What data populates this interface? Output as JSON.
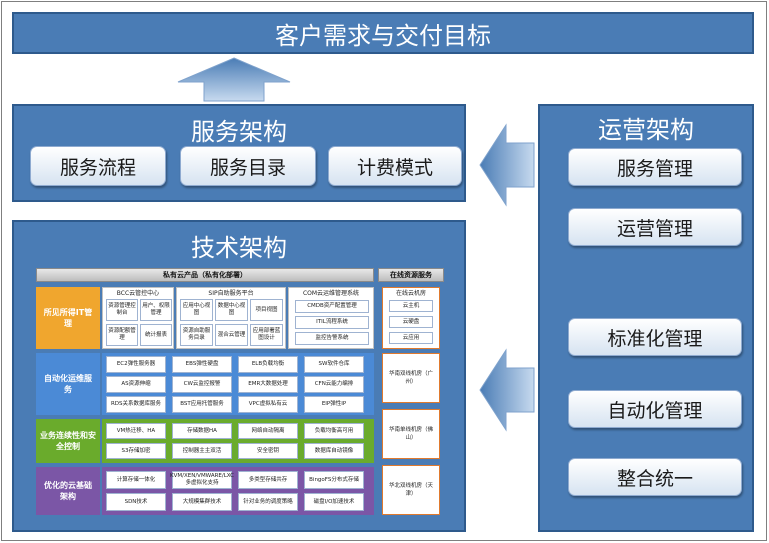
{
  "top": {
    "title": "客户需求与交付目标"
  },
  "service": {
    "title": "服务架构",
    "items": [
      "服务流程",
      "服务目录",
      "计费模式"
    ]
  },
  "ops": {
    "title": "运营架构",
    "items": [
      "服务管理",
      "运营管理",
      "标准化管理",
      "自动化管理",
      "整合统一"
    ]
  },
  "tech": {
    "title": "技术架构",
    "header_main": "私有云产品（私有化部署）",
    "header_side": "在线资源服务",
    "row1": {
      "label": "所见所得IT管理",
      "group_a": {
        "title": "BCC云管控中心",
        "cells": [
          "资源管理控制台",
          "用户、权限管理",
          "资源配额管理",
          "统计报表"
        ]
      },
      "group_b": {
        "title": "SIP自助服务平台",
        "cells": [
          "应用中心视图",
          "数据中心视图",
          "项目视图",
          "资源自助服务目录",
          "混合云管理",
          "应用部署蓝图设计"
        ]
      },
      "group_c": {
        "title": "COM云运维管理系统",
        "cells": [
          "CMDB资产配置管理",
          "ITIL流程系统",
          "监控告警系统"
        ]
      }
    },
    "online": {
      "title": "在线云机房",
      "cells": [
        "云主机",
        "云硬盘",
        "云应用"
      ]
    },
    "row2": {
      "label": "自动化运维服务",
      "cells": [
        "EC2弹性服务器",
        "EBS弹性硬盘",
        "ELB负载均衡",
        "SW软件仓库",
        "AS资源伸缩",
        "CW云监控报警",
        "EMR大数据处理",
        "CFN云能力编排",
        "RDS关系数据库服务",
        "BST应用托管服务",
        "VPC虚拟私有云",
        "EIP弹性IP"
      ]
    },
    "row3": {
      "label": "业务连续性和安全控制",
      "cells": [
        "VM热迁移、HA",
        "存储数据HA",
        "网络自动隔离",
        "负载均衡高可用",
        "S3存储加密",
        "控制器主主双活",
        "安全密钥",
        "数据库自动镜像"
      ]
    },
    "row4": {
      "label": "优化的云基础架构",
      "cells": [
        "计算存储一体化",
        "KVM/XEN/VMWARE/LXC多虚拟化支持",
        "多类型存储共存",
        "BingoFS分布式存储",
        "SDN技术",
        "大规模集群技术",
        "针对业务的调度策略",
        "磁盘I/O加速技术"
      ]
    },
    "sites": [
      "华南双线机房（广州）",
      "华南单线机房（佛山）",
      "华北双线机房（天津）"
    ]
  },
  "colors": {
    "blue": "#4a7cb5",
    "row1": "#f0a62e",
    "row2": "#4b8ad6",
    "row3": "#6aab2c",
    "row4": "#7b56a6"
  }
}
